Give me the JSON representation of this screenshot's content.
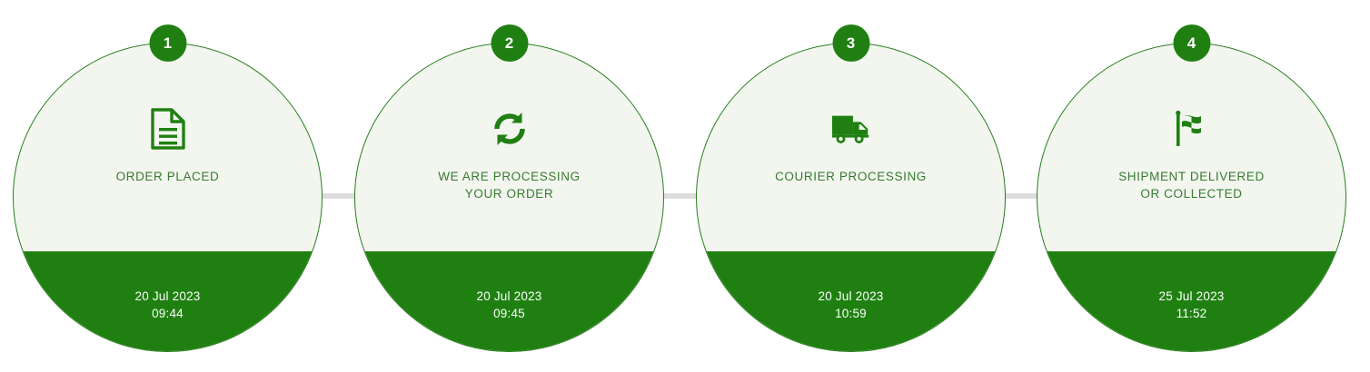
{
  "tracker": {
    "connector_color": "#dcdcdc",
    "accent_color": "#1f8011",
    "panel_color": "#f2f6ef",
    "label_color": "#3a7a33",
    "steps": [
      {
        "number": "1",
        "icon": "document-icon",
        "label": "ORDER PLACED",
        "date": "20 Jul 2023",
        "time": "09:44"
      },
      {
        "number": "2",
        "icon": "refresh-icon",
        "label": "WE ARE PROCESSING\nYOUR ORDER",
        "date": "20 Jul 2023",
        "time": "09:45"
      },
      {
        "number": "3",
        "icon": "truck-icon",
        "label": "COURIER PROCESSING",
        "date": "20 Jul 2023",
        "time": "10:59"
      },
      {
        "number": "4",
        "icon": "checkered-flag-icon",
        "label": "SHIPMENT DELIVERED\nOR COLLECTED",
        "date": "25 Jul 2023",
        "time": "11:52"
      }
    ]
  }
}
